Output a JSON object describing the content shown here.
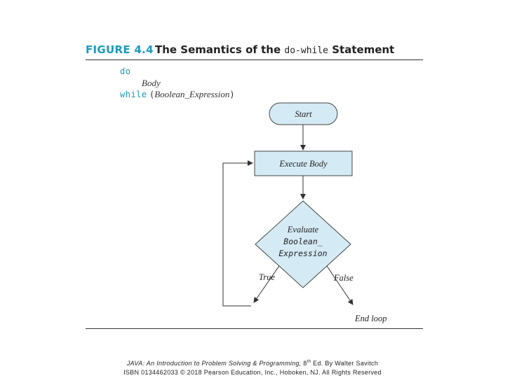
{
  "figure": {
    "number": "FIGURE 4.4",
    "title_prefix": "The Semantics of the",
    "title_code": "do-while",
    "title_suffix": "Statement"
  },
  "code": {
    "do": "do",
    "body": "Body",
    "while": "while",
    "open_paren": "(",
    "condition": "Boolean_Expression",
    "close_paren": ")"
  },
  "flowchart": {
    "start": "Start",
    "execute": "Execute Body",
    "evaluate_line1": "Evaluate",
    "evaluate_line2": "Boolean_",
    "evaluate_line3": "Expression",
    "true_label": "True",
    "false_label": "False",
    "end_label": "End loop"
  },
  "colors": {
    "accent": "#1a9bbf",
    "node_fill": "#d4ebf5",
    "line": "#333333"
  },
  "footer": {
    "line1_italic": "JAVA: An Introduction to Problem Solving & Programming,",
    "line1_edition": "8",
    "line1_sup": "th",
    "line1_rest": "Ed. By Walter Savitch",
    "line2": "ISBN 0134462033 © 2018 Pearson Education, Inc., Hoboken, NJ. All Rights Reserved"
  }
}
